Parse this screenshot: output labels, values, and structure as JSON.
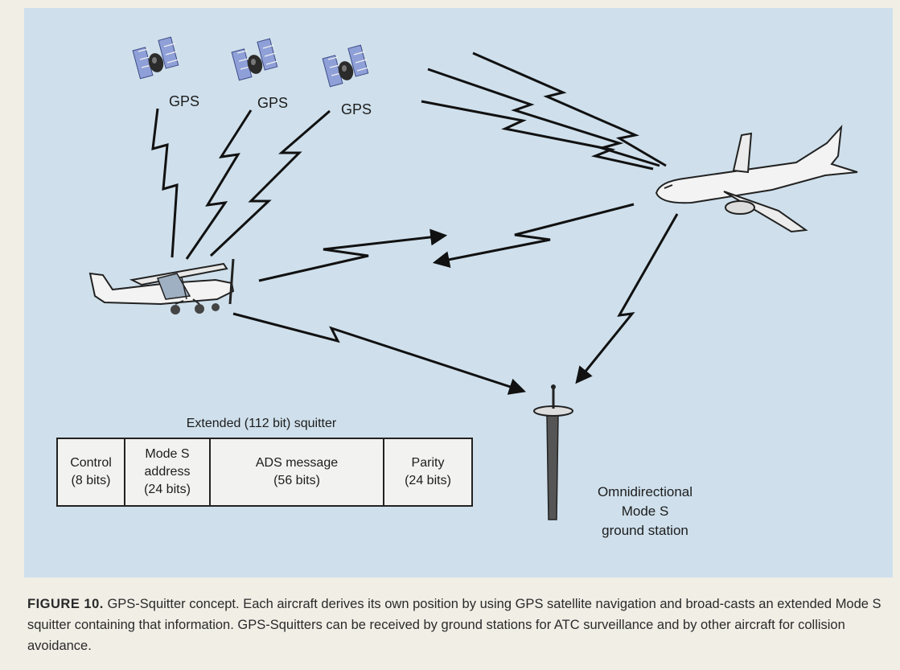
{
  "satellites": [
    {
      "label": "GPS"
    },
    {
      "label": "GPS"
    },
    {
      "label": "GPS"
    }
  ],
  "squitter": {
    "title": "Extended (112 bit) squitter",
    "fields": [
      {
        "line1": "Control",
        "line2": "(8 bits)"
      },
      {
        "line1": "Mode S",
        "line1b": "address",
        "line2": "(24 bits)"
      },
      {
        "line1": "ADS message",
        "line2": "(56 bits)"
      },
      {
        "line1": "Parity",
        "line2": "(24 bits)"
      }
    ]
  },
  "ground_station": {
    "line1": "Omnidirectional",
    "line2": "Mode S",
    "line3": "ground station"
  },
  "caption": {
    "figure_number": "FIGURE 10.",
    "text": " GPS-Squitter concept. Each aircraft derives its own position by using GPS satellite navigation and broad-casts an extended Mode S squitter containing that information. GPS-Squitters can be received by ground stations for ATC surveillance and by other aircraft for collision avoidance."
  },
  "colors": {
    "background": "#cfe0ec",
    "satellite_panel": "#8fa0d8",
    "ink": "#1c1c1c"
  }
}
